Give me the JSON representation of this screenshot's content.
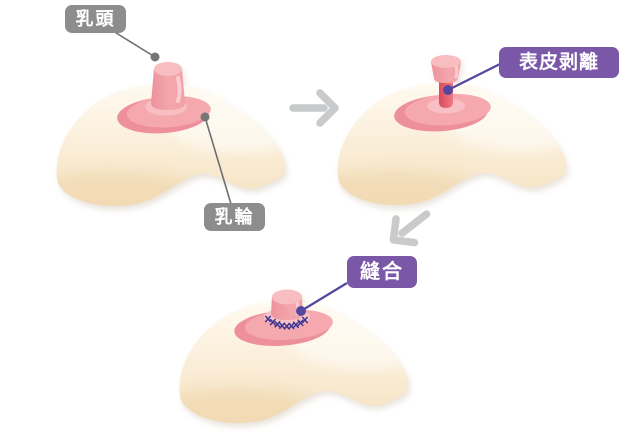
{
  "diagram": {
    "description": "three-step breast nipple reduction illustration",
    "callouts": {
      "nipple": {
        "text": "乳頭",
        "style": "gray"
      },
      "areola": {
        "text": "乳輪",
        "style": "gray"
      },
      "peel": {
        "text": "表皮剥離",
        "style": "purple"
      },
      "suture": {
        "text": "縫合",
        "style": "purple"
      }
    },
    "colors": {
      "background": "#FFFFFF",
      "gray_callout_bg": "#8D8D8D",
      "purple_callout_bg": "#7B58A7",
      "callout_text": "#FFFFFF",
      "leader_line_gray": "#6F6F6F",
      "leader_line_purple": "#5447A0",
      "arrow_gray": "#C9CACB",
      "breast_cream_light": "#FFFAF0",
      "breast_cream_main": "#FBEFDB",
      "breast_cream_shadow": "#F5E2C0",
      "areola_pink": "#F5A9AF",
      "areola_dark_pink": "#EE909C",
      "nipple_pink": "#F4A6AC",
      "nipple_light_pink": "#F7BDC1",
      "denuded_red": "#DC4F5E",
      "stitch_purple": "#3E3590"
    }
  }
}
